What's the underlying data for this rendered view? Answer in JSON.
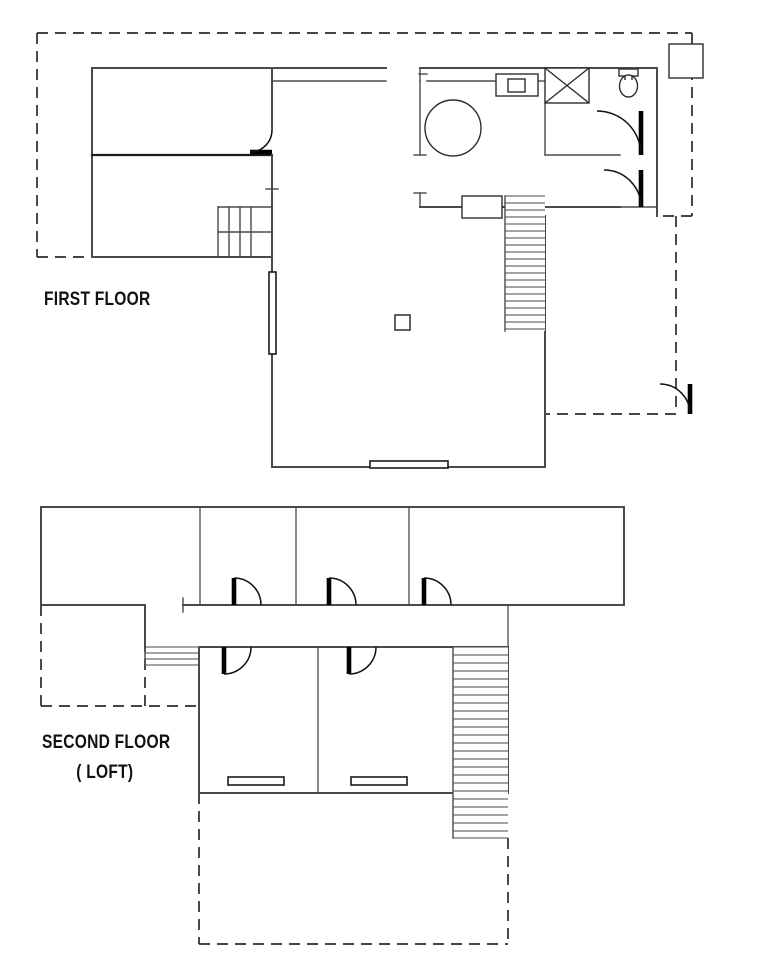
{
  "drawing": {
    "type": "architectural-floor-plan",
    "sheet_background": "#ffffff",
    "line_color": "#4a4a4a",
    "boundary_color": "#2b2b2b",
    "door_color": "#000000",
    "label_color": "#111111"
  },
  "labels": {
    "first_floor": "FIRST FLOOR",
    "second_floor_line1": "SECOND FLOOR",
    "second_floor_line2": "( LOFT)"
  },
  "first_floor": {
    "name": "FIRST FLOOR",
    "property_boundary": "dashed-outline",
    "fixtures": [
      {
        "name": "round-table",
        "type": "circle"
      },
      {
        "name": "kitchen-sink",
        "type": "sink"
      },
      {
        "name": "shower-stall",
        "type": "shower-x"
      },
      {
        "name": "toilet",
        "type": "wc"
      },
      {
        "name": "counter-island",
        "type": "rectangle"
      },
      {
        "name": "column",
        "type": "square-column"
      },
      {
        "name": "outbuilding",
        "type": "square"
      }
    ],
    "stairs": [
      {
        "name": "interior-stair-left",
        "treads": 4,
        "direction": "vertical-risers"
      },
      {
        "name": "main-stair-right",
        "treads": 18,
        "direction": "horizontal-risers"
      }
    ],
    "doors": [
      {
        "name": "door-left-room"
      },
      {
        "name": "door-bathroom"
      },
      {
        "name": "door-entry-upper-right"
      },
      {
        "name": "door-entry-lower-right"
      },
      {
        "name": "door-rear-right"
      }
    ],
    "windows": [
      {
        "name": "window-left-wall",
        "orientation": "vertical"
      },
      {
        "name": "window-bottom-wall",
        "orientation": "horizontal"
      }
    ]
  },
  "second_floor": {
    "name": "SECOND FLOOR ( LOFT)",
    "property_boundary": "dashed-outline",
    "rooms_upper": 4,
    "rooms_lower": 2,
    "doors": [
      {
        "name": "loft-door-1"
      },
      {
        "name": "loft-door-2"
      },
      {
        "name": "loft-door-3"
      },
      {
        "name": "loft-door-4"
      },
      {
        "name": "loft-door-5"
      },
      {
        "name": "loft-door-6"
      }
    ],
    "windows": [
      {
        "name": "loft-window-left",
        "orientation": "horizontal"
      },
      {
        "name": "loft-window-right",
        "orientation": "horizontal"
      }
    ],
    "stairs": [
      {
        "name": "loft-stair-main",
        "treads": 22,
        "direction": "horizontal-risers"
      },
      {
        "name": "loft-step-landing",
        "treads": 3,
        "direction": "horizontal-risers"
      }
    ]
  }
}
